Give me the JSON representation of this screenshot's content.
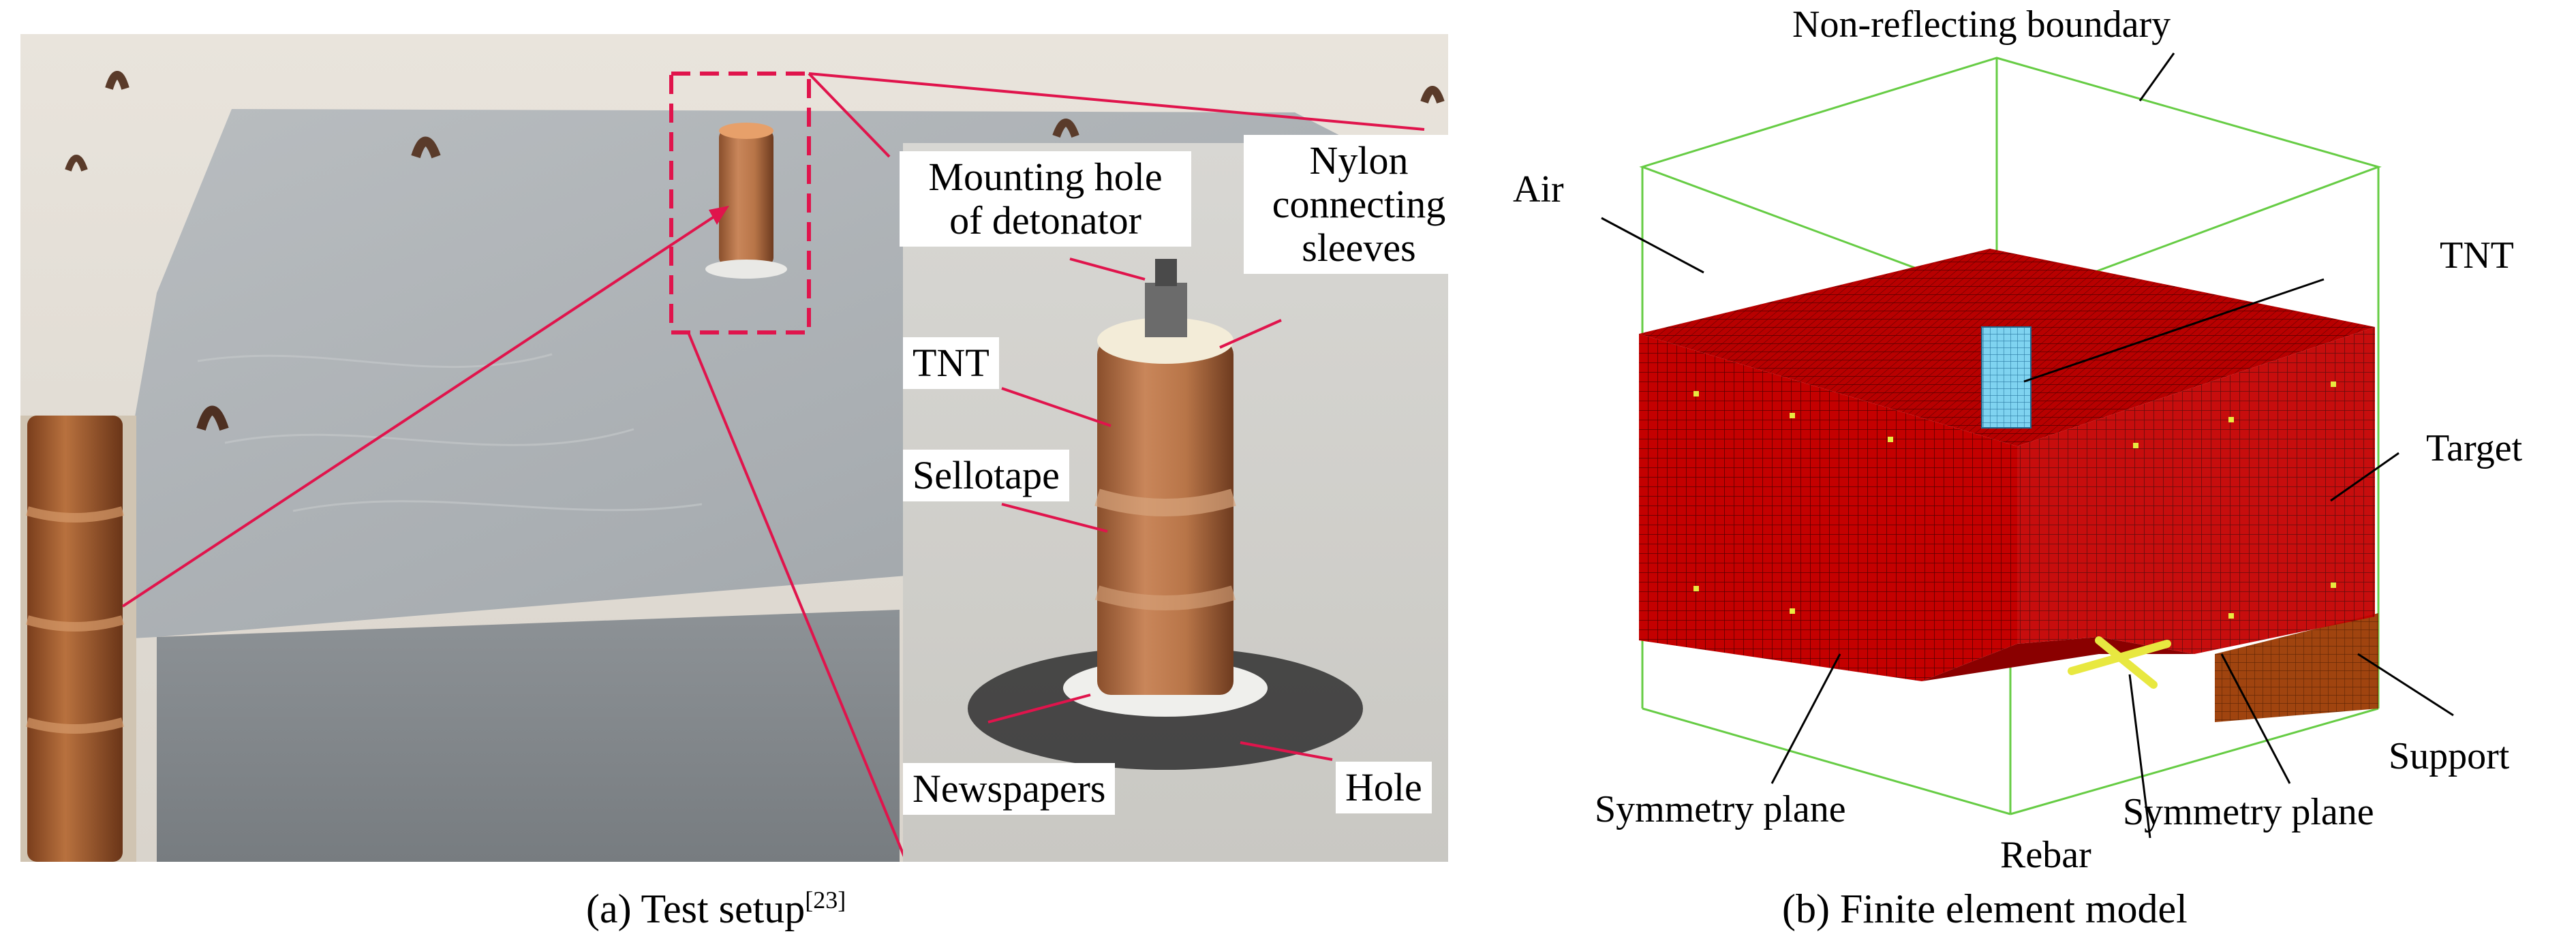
{
  "photo_labels": {
    "mounting_hole": "Mounting hole of detonator",
    "nylon": "Nylon connecting sleeves",
    "tnt": "TNT",
    "sellotape": "Sellotape",
    "newspapers": "Newspapers",
    "hole": "Hole"
  },
  "fe_labels": {
    "boundary": "Non-reflecting boundary",
    "air": "Air",
    "tnt": "TNT",
    "target": "Target",
    "support": "Support",
    "sym_left": "Symmetry plane",
    "sym_right": "Symmetry plane",
    "rebar": "Rebar"
  },
  "captions": {
    "a_text": "(a) Test setup",
    "a_ref": "[23]",
    "b_text": "(b) Finite element model"
  },
  "colors": {
    "mesh_red": "#c00000",
    "tnt_blue": "#7fd3f0",
    "boundary_green": "#66cc44",
    "support_brown": "#a0440f",
    "rebar_yellow": "#e8e840",
    "callout_red": "#e0144c"
  }
}
